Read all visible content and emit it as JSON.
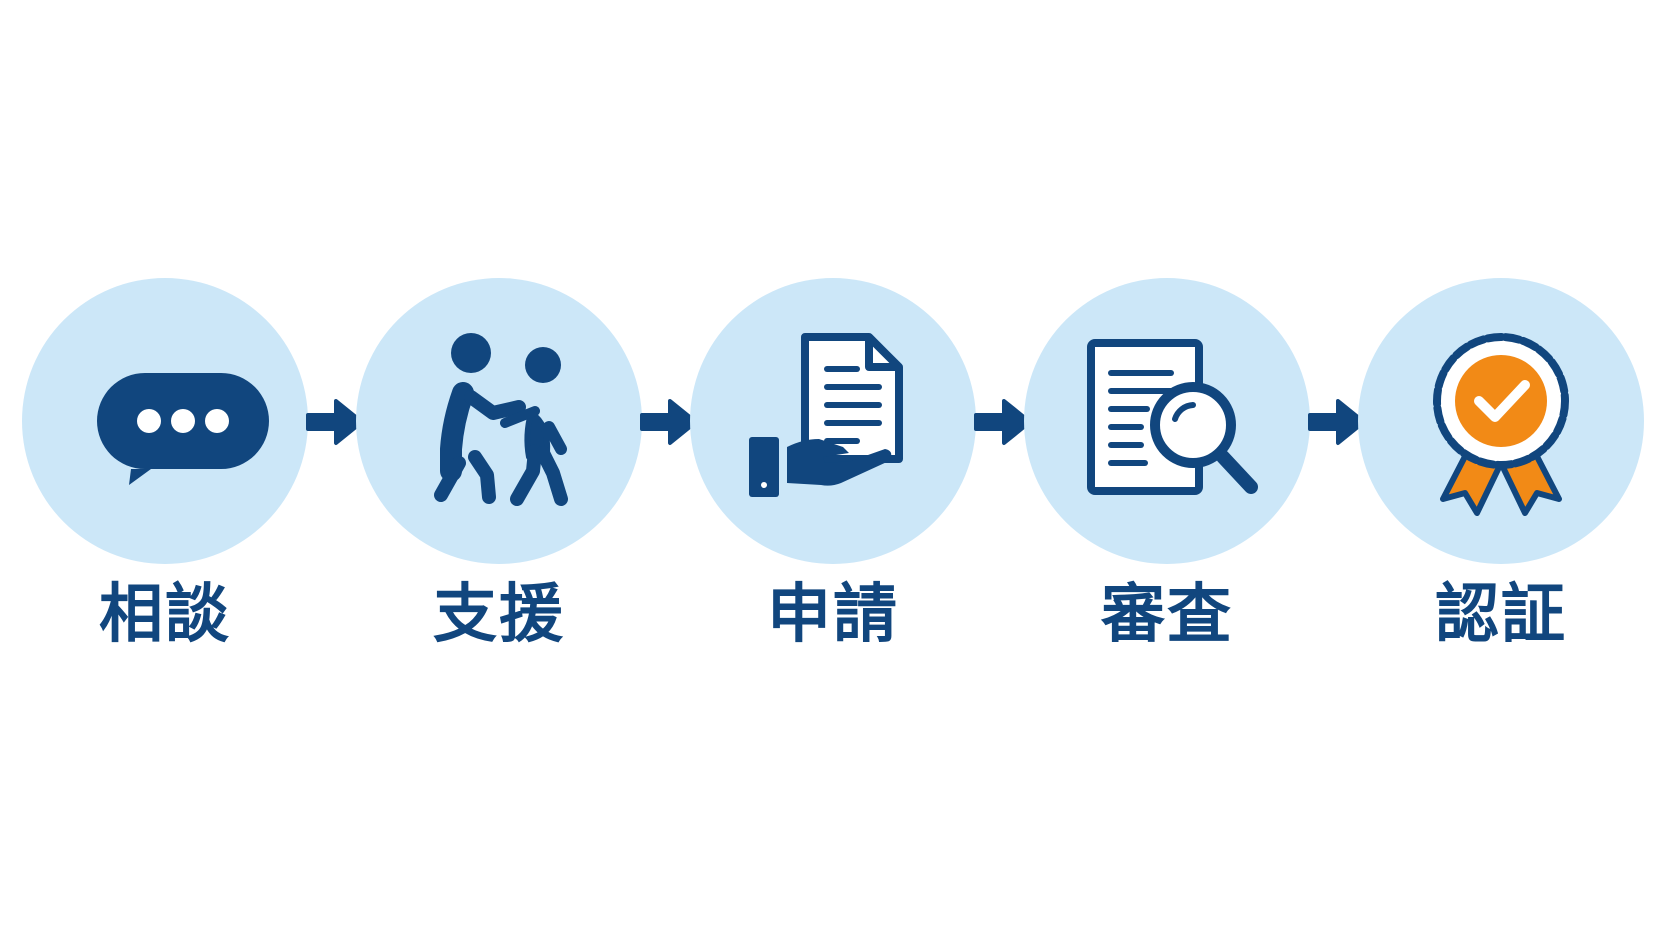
{
  "colors": {
    "primary": "#11467e",
    "circle_fill": "#cce7f8",
    "accent": "#f28a16",
    "background": "#ffffff"
  },
  "steps": [
    {
      "label": "相談",
      "icon": "chat-bubble-icon"
    },
    {
      "label": "支援",
      "icon": "people-assist-icon"
    },
    {
      "label": "申請",
      "icon": "hand-document-icon"
    },
    {
      "label": "審査",
      "icon": "document-search-icon"
    },
    {
      "label": "認証",
      "icon": "award-badge-icon"
    }
  ],
  "connector_icon": "arrow-right-icon"
}
